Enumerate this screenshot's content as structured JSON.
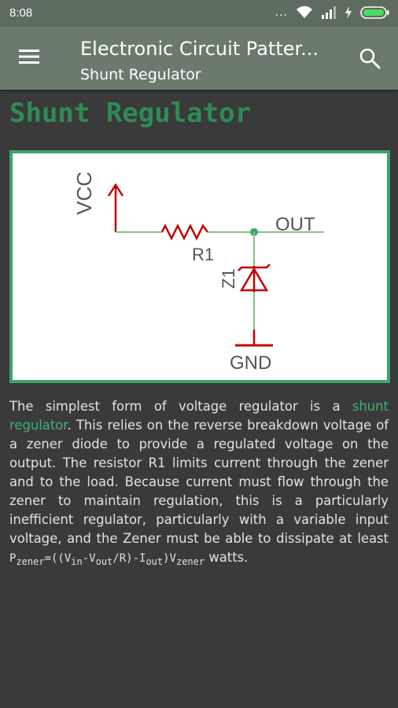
{
  "status_bar": {
    "time": "8:08",
    "icons": [
      "more-dots-icon",
      "wifi-icon",
      "signal-icon",
      "charging-icon",
      "battery-icon"
    ],
    "dots": "..."
  },
  "app_bar": {
    "title": "Electronic Circuit Patter...",
    "subtitle": "Shunt Regulator",
    "menu_icon": "hamburger-menu-icon",
    "search_icon": "search-icon"
  },
  "page": {
    "heading": "Shunt Regulator",
    "accent_color": "#3aa66a"
  },
  "diagram": {
    "vcc_label": "VCC",
    "r1_label": "R1",
    "z1_label": "Z1",
    "out_label": "OUT",
    "gnd_label": "GND"
  },
  "body": {
    "intro": "The simplest form of voltage regulator is a ",
    "link_text": "shunt regulator",
    "rest": ". This relies on the reverse breakdown voltage of a zener diode to provide a regulated voltage on the output. The resistor R1 limits current through the zener and to the load. Because current must flow through the zener to maintain regulation, this is a particularly inefficient regulator, particularly with a variable input voltage, and the Zener must be able to dissipate at least ",
    "formula": {
      "p": "P",
      "zener_sub": "zener",
      "eq_open": "=((V",
      "in_sub": "in",
      "minus": "-V",
      "out_sub": "out",
      "div_r": "/R)-I",
      "iout_sub": "out",
      "close_v": ")V",
      "vzener_sub": "zener"
    },
    "tail": " watts."
  }
}
